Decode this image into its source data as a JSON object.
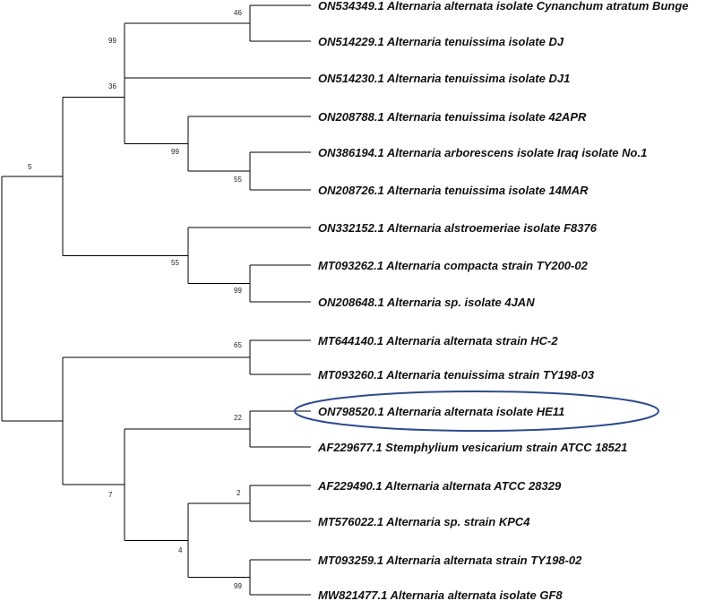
{
  "tree": {
    "taxa": [
      "ON534349.1 Alternaria alternata isolate Cynanchum atratum Bunge",
      "ON514229.1 Alternaria tenuissima isolate DJ",
      "ON514230.1 Alternaria tenuissima isolate DJ1",
      "ON208788.1 Alternaria tenuissima isolate 42APR",
      "ON386194.1 Alternaria arborescens isolate Iraq isolate No.1",
      "ON208726.1 Alternaria tenuissima isolate 14MAR",
      "ON332152.1 Alternaria alstroemeriae isolate F8376",
      "MT093262.1 Alternaria compacta strain TY200-02",
      "ON208648.1 Alternaria sp. isolate 4JAN",
      "MT644140.1 Alternaria alternata strain HC-2",
      "MT093260.1 Alternaria tenuissima strain TY198-03",
      "ON798520.1 Alternaria alternata isolate HE11",
      "AF229677.1 Stemphylium vesicarium strain ATCC 18521",
      "AF229490.1 Alternaria alternata ATCC 28329",
      "MT576022.1 Alternaria sp. strain KPC4",
      "MT093259.1 Alternaria alternata strain TY198-02",
      "MW821477.1 Alternaria alternata isolate GF8"
    ],
    "support_values": {
      "n_46": "46",
      "n_99a": "99",
      "n_36": "36",
      "n_99b": "99",
      "n_55a": "55",
      "n_5": "5",
      "n_55b": "55",
      "n_99c": "99",
      "n_65": "65",
      "n_22": "22",
      "n_7": "7",
      "n_2": "2",
      "n_4": "4",
      "n_99d": "99"
    },
    "highlighted_taxon": "ON798520.1 Alternaria alternata isolate HE11",
    "highlight_color": "#2e4a8c",
    "branch_color": "#000000"
  }
}
